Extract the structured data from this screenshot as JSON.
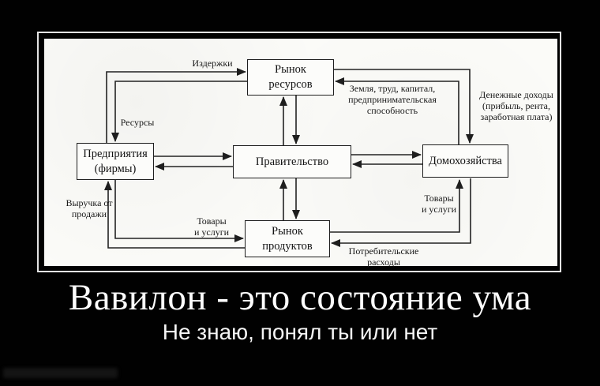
{
  "poster": {
    "title": "Вавилон - это состояние ума",
    "subtitle": "Не знаю, понял ты или нет",
    "background_color": "#000000",
    "caption_color": "#ffffff"
  },
  "diagram": {
    "type": "circular-flow-economic-diagram",
    "paper_color": "#fbfbf8",
    "ink_color": "#1c1c1c",
    "boxes": {
      "resource_market": "Рынок\nресурсов",
      "firms": "Предприятия\n(фирмы)",
      "government": "Правительство",
      "households": "Домохозяйства",
      "product_market": "Рынок\nпродуктов"
    },
    "labels": {
      "costs": "Издержки",
      "resources": "Ресурсы",
      "land_labor_capital": "Земля, труд, капитал,\nпредпринимательская\nспособность",
      "money_income": "Денежные доходы\n(прибыль, рента,\nзаработная плата)",
      "revenue": "Выручка от\nпродажи",
      "goods_services_left": "Товары\nи услуги",
      "goods_services_right": "Товары\nи услуги",
      "consumer_spending": "Потребительские\nрасходы"
    },
    "flows": [
      {
        "from": "firms",
        "to": "resource_market",
        "label": "Издержки"
      },
      {
        "from": "resource_market",
        "to": "firms",
        "label": "Ресурсы"
      },
      {
        "from": "households",
        "to": "resource_market",
        "label": "Земля, труд, капитал, предпринимательская способность"
      },
      {
        "from": "resource_market",
        "to": "households",
        "label": "Денежные доходы (прибыль, рента, заработная плата)"
      },
      {
        "from": "government",
        "to": "resource_market",
        "label": ""
      },
      {
        "from": "resource_market",
        "to": "government",
        "label": ""
      },
      {
        "from": "firms",
        "to": "government",
        "label": ""
      },
      {
        "from": "government",
        "to": "firms",
        "label": ""
      },
      {
        "from": "government",
        "to": "households",
        "label": ""
      },
      {
        "from": "households",
        "to": "government",
        "label": ""
      },
      {
        "from": "government",
        "to": "product_market",
        "label": ""
      },
      {
        "from": "product_market",
        "to": "government",
        "label": ""
      },
      {
        "from": "firms",
        "to": "product_market",
        "label": "Товары и услуги"
      },
      {
        "from": "product_market",
        "to": "firms",
        "label": "Выручка от продажи"
      },
      {
        "from": "product_market",
        "to": "households",
        "label": "Товары и услуги"
      },
      {
        "from": "households",
        "to": "product_market",
        "label": "Потребительские расходы"
      }
    ]
  }
}
